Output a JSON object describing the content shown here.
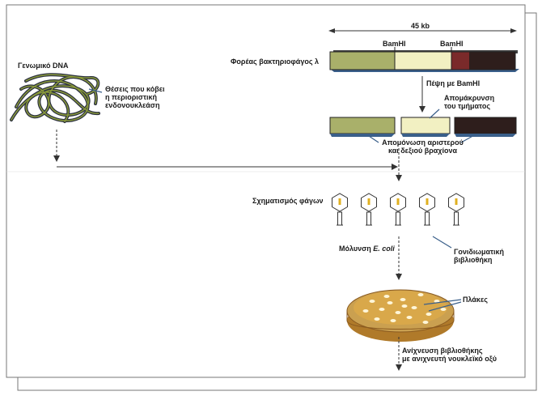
{
  "labels": {
    "genomic_dna": "Γενωμικό DNA",
    "cut_sites_line1": "Θέσεις που κόβει",
    "cut_sites_line2": "η περιοριστική",
    "cut_sites_line3": "ενδονουκλεάση",
    "scale_label": "45 kb",
    "bamhi_left": "BamHI",
    "bamhi_right": "BamHI",
    "vector_label": "Φορέας βακτηριοφάγος λ",
    "digest_label": "Πέψη με BamHI",
    "removal_line1": "Απομάκρυνση",
    "removal_line2": "του τμήματος",
    "isolation_line1": "Απομόνωση αριστερού",
    "isolation_line2": "και δεξιού βραχίονα",
    "phage_formation": "Σχηματισμός φάγων",
    "infection_prefix": "Μόλυνση ",
    "infection_species": "E. coli",
    "library_line1": "Γονιδιωματική",
    "library_line2": "βιβλιοθήκη",
    "plaques": "Πλάκες",
    "screening_line1": "Ανίχνευση βιβλιοθήκης",
    "screening_line2": "με ανιχνευτή νουκλεϊκό οξύ"
  },
  "colors": {
    "left_arm": "#a9b06a",
    "stuffer": "#f2f0c2",
    "right_arm": "#2e1e1c",
    "arrow": "#333333",
    "dna_dark": "#2c3140",
    "dna_light": "#8a9a3a",
    "plate_agar": "#d9a84a",
    "plate_rim": "#b07a2a",
    "plaque": "#fff6d8",
    "probe_blue": "#3f6aa0"
  },
  "phage_count": 5
}
